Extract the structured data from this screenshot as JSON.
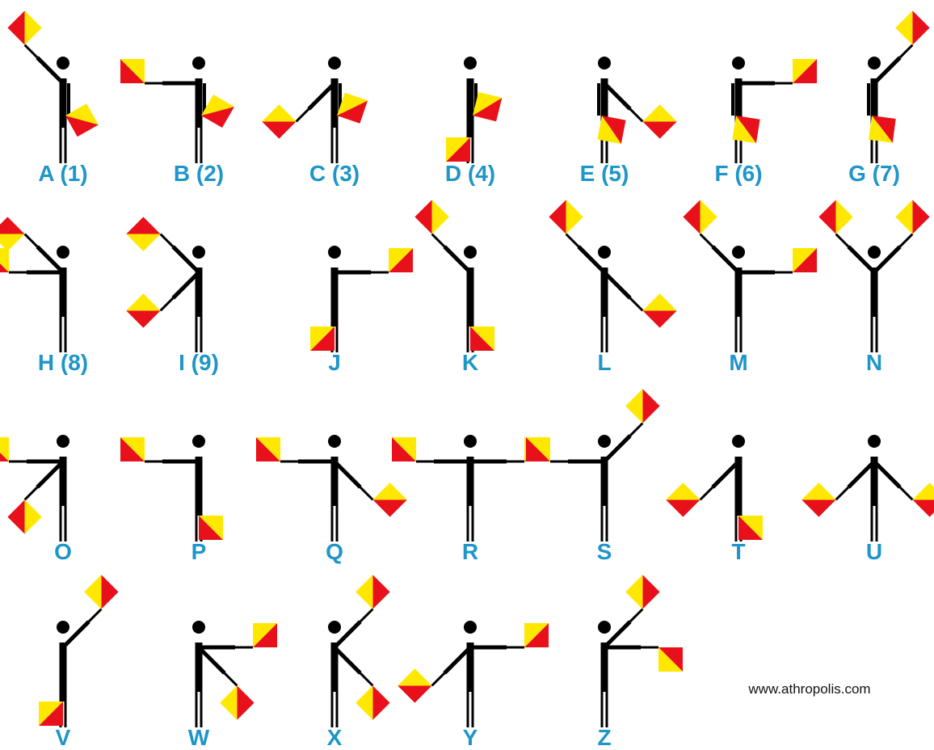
{
  "colors": {
    "figure": "#000000",
    "flag_red": "#e8101a",
    "flag_yellow": "#ffe800",
    "label": "#1e96c8",
    "credit": "#111111"
  },
  "credit": "www.athropolis.com",
  "signals": [
    {
      "label": "A (1)",
      "arms": [
        5,
        0
      ]
    },
    {
      "label": "B (2)",
      "arms": [
        6,
        0
      ]
    },
    {
      "label": "C (3)",
      "arms": [
        7,
        0
      ]
    },
    {
      "label": "D (4)",
      "arms": [
        8,
        0
      ]
    },
    {
      "label": "E (5)",
      "arms": [
        0,
        1
      ]
    },
    {
      "label": "F (6)",
      "arms": [
        0,
        2
      ]
    },
    {
      "label": "G (7)",
      "arms": [
        0,
        3
      ]
    },
    {
      "label": "H (8)",
      "arms": [
        6,
        5
      ]
    },
    {
      "label": "I (9)",
      "arms": [
        7,
        5
      ]
    },
    {
      "label": "J",
      "arms": [
        8,
        2
      ]
    },
    {
      "label": "K",
      "arms": [
        5,
        8
      ]
    },
    {
      "label": "L",
      "arms": [
        5,
        1
      ]
    },
    {
      "label": "M",
      "arms": [
        5,
        2
      ]
    },
    {
      "label": "N",
      "arms": [
        5,
        3
      ]
    },
    {
      "label": "O",
      "arms": [
        6,
        7
      ]
    },
    {
      "label": "P",
      "arms": [
        6,
        8
      ]
    },
    {
      "label": "Q",
      "arms": [
        6,
        1
      ]
    },
    {
      "label": "R",
      "arms": [
        6,
        2
      ]
    },
    {
      "label": "S",
      "arms": [
        6,
        3
      ]
    },
    {
      "label": "T",
      "arms": [
        7,
        8
      ]
    },
    {
      "label": "U",
      "arms": [
        7,
        1
      ]
    },
    {
      "label": "V",
      "arms": [
        8,
        3
      ]
    },
    {
      "label": "W",
      "arms": [
        1,
        2
      ]
    },
    {
      "label": "X",
      "arms": [
        1,
        3
      ]
    },
    {
      "label": "Y",
      "arms": [
        7,
        2
      ]
    },
    {
      "label": "Z",
      "arms": [
        2,
        3
      ]
    }
  ]
}
